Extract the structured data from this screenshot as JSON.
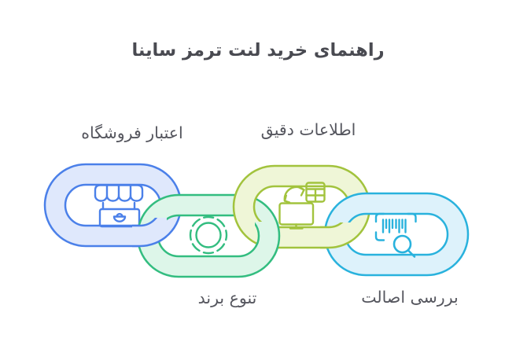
{
  "title": "راهنمای خرید لنت ترمز ساینا",
  "steps": [
    {
      "id": "store-credibility",
      "label": "اعتبار فروشگاه",
      "icon": "storefront-icon",
      "color": "#4b80e9",
      "fill": "#dfe8fc",
      "label_position": "top"
    },
    {
      "id": "brand-variety",
      "label": "تنوع برند",
      "icon": "dashed-circle-icon",
      "color": "#33bd80",
      "fill": "#ddf6e9",
      "label_position": "bottom"
    },
    {
      "id": "accurate-info",
      "label": "اطلاعات دقیق",
      "icon": "data-sync-icon",
      "color": "#a2c33d",
      "fill": "#eff6d7",
      "label_position": "top"
    },
    {
      "id": "authenticity-check",
      "label": "بررسی اصالت",
      "icon": "barcode-search-icon",
      "color": "#29b2dd",
      "fill": "#ddf2fb",
      "label_position": "bottom"
    }
  ],
  "colors": {
    "background": "#ffffff",
    "title_text": "#494a51",
    "label_text": "#55565e"
  }
}
